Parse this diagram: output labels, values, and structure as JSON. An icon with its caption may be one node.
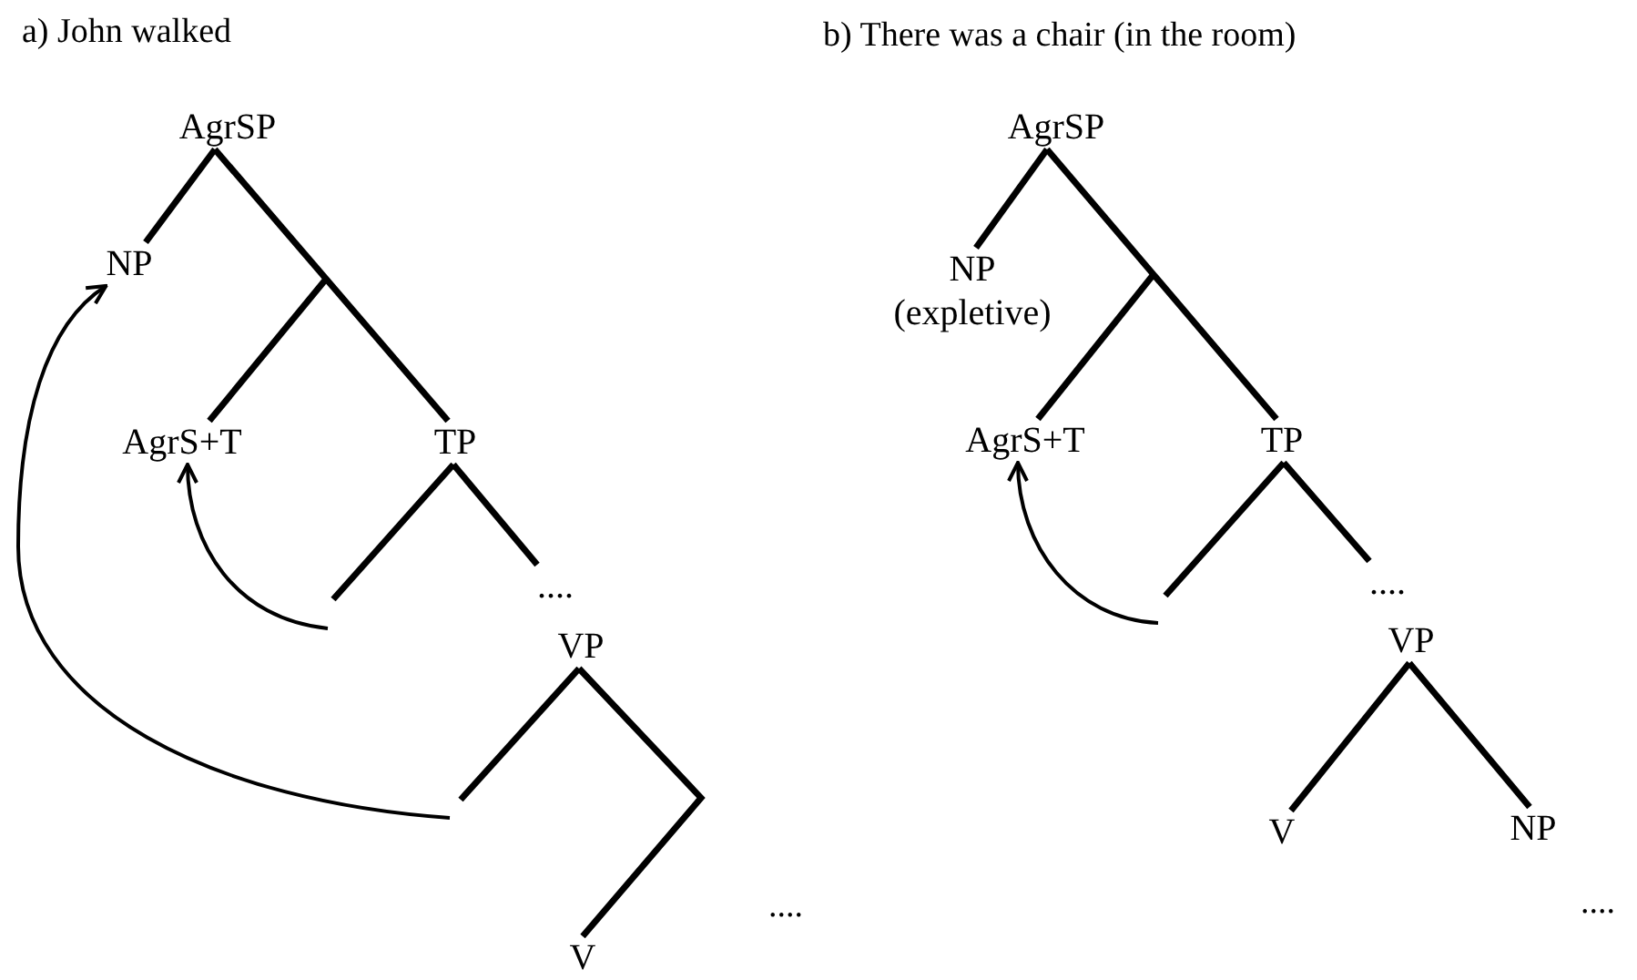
{
  "diagram": {
    "nodes": [
      {
        "text": [
          "AgrSP"
        ]
      },
      {
        "text": [
          "NP"
        ]
      },
      {
        "text": [
          "AgrS+T"
        ]
      },
      {
        "text": [
          "TP"
        ]
      },
      {
        "text": [
          "...."
        ]
      },
      {
        "text": [
          "VP"
        ]
      },
      {
        "text": [
          "V"
        ]
      },
      {
        "text": [
          "AgrSP"
        ]
      },
      {
        "text": [
          "NP",
          "(expletive)"
        ]
      },
      {
        "text": [
          "AgrS+T"
        ]
      },
      {
        "text": [
          "TP"
        ]
      },
      {
        "text": [
          "...."
        ]
      },
      {
        "text": [
          "VP"
        ]
      },
      {
        "text": [
          "V"
        ]
      },
      {
        "text": [
          "NP"
        ]
      }
    ],
    "edges": [
      {
        "from": 0,
        "to": 1,
        "arrow": "none"
      },
      {
        "from": 0,
        "to": 3,
        "arrow": "none"
      },
      {
        "from": null,
        "to": 2,
        "arrow": "none"
      },
      {
        "from": 3,
        "to": null,
        "arrow": "none"
      },
      {
        "from": 3,
        "to": 4,
        "arrow": "none"
      },
      {
        "from": 5,
        "to": null,
        "arrow": "none"
      },
      {
        "from": 5,
        "to": 6,
        "arrow": "none"
      },
      {
        "from": 7,
        "to": 8,
        "arrow": "none"
      },
      {
        "from": 7,
        "to": 10,
        "arrow": "none"
      },
      {
        "from": null,
        "to": 9,
        "arrow": "none"
      },
      {
        "from": 10,
        "to": null,
        "arrow": "none"
      },
      {
        "from": 10,
        "to": 11,
        "arrow": "none"
      },
      {
        "from": 12,
        "to": 13,
        "arrow": "none"
      },
      {
        "from": 12,
        "to": 14,
        "arrow": "none"
      },
      {
        "from": null,
        "to": 2,
        "arrow": "to"
      },
      {
        "from": null,
        "to": 1,
        "arrow": "to"
      },
      {
        "from": null,
        "to": 9,
        "arrow": "to"
      }
    ],
    "labels": [
      "a) John walked",
      "b) There was a chair (in the room)",
      "....",
      "...."
    ]
  }
}
